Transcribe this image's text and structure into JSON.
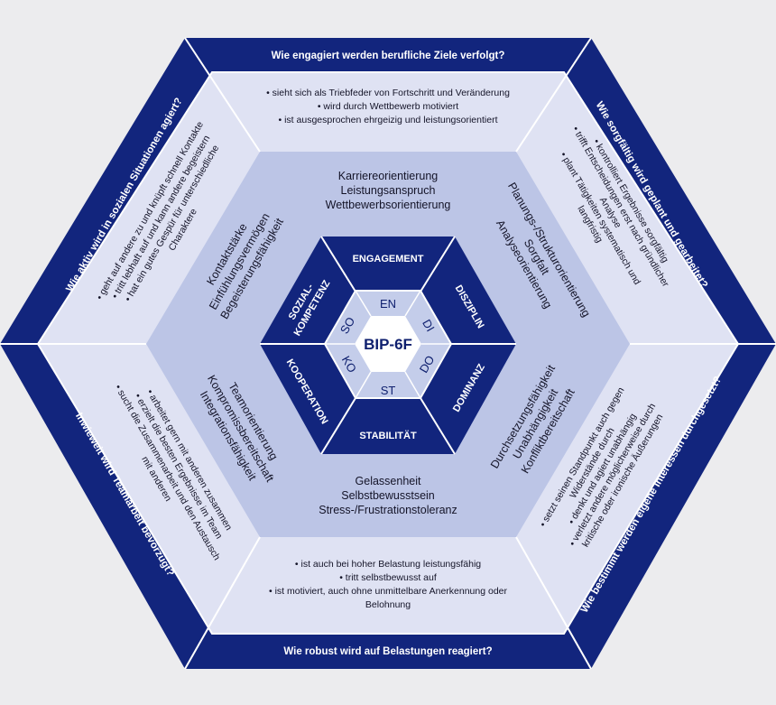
{
  "center_label": "BIP-6F",
  "colors": {
    "frame": "#12257d",
    "outer_band": "#dfe2f3",
    "middle_band": "#bcc5e6",
    "core": "#12257d",
    "inner_ring": "#c4cdea",
    "center": "#ffffff",
    "divider": "#ffffff"
  },
  "segments": {
    "top": {
      "question": "Wie engagiert werden berufliche Ziele verfolgt?",
      "bullets": [
        "• sieht sich als Triebfeder von Fortschritt und Veränderung",
        "• wird durch Wettbewerb motiviert",
        "• ist ausgesprochen ehrgeizig und leistungsorientiert"
      ],
      "aspects": [
        "Karriereorientierung",
        "Leistungsanspruch",
        "Wettbewerbsorientierung"
      ],
      "dimension": "ENGAGEMENT",
      "abbr": "EN"
    },
    "upper_right": {
      "question": "Wie sorgfältig wird geplant und gearbeitet?",
      "bullets": [
        "• kontrolliert Ergebnisse sorgfältig",
        "• trifft Entscheidungen erst nach gründlicher",
        "Analyse",
        "• plant Tätigkeiten systematisch und",
        "langfristig"
      ],
      "aspects": [
        "Planungs-/Strukturorientierung",
        "Sorgfalt",
        "Analyseorientierung"
      ],
      "dimension": "DISZIPLIN",
      "abbr": "DI"
    },
    "lower_right": {
      "question": "Wie bestimmt werden eigene Interessen durchgesetzt?",
      "bullets": [
        "• setzt seinen Standpunkt auch gegen",
        "Widerstände durch",
        "• denkt und agiert unabhängig",
        "• verletzt andere möglicherweise durch",
        "kritische oder ironische Äußerungen"
      ],
      "aspects": [
        "Durchsetzungsfähigkeit",
        "Unabhängigkeit",
        "Konfliktbereitschaft"
      ],
      "dimension": "DOMINANZ",
      "abbr": "DO"
    },
    "bottom": {
      "question": "Wie robust wird auf Belastungen reagiert?",
      "bullets": [
        "• ist auch bei hoher Belastung leistungsfähig",
        "• tritt selbstbewusst auf",
        "• ist motiviert, auch ohne unmittelbare Anerkennung oder",
        "Belohnung"
      ],
      "aspects": [
        "Gelassenheit",
        "Selbstbewusstsein",
        "Stress-/Frustrationstoleranz"
      ],
      "dimension": "STABILITÄT",
      "abbr": "ST"
    },
    "lower_left": {
      "question": "Inwieweit wird Teamarbeit bevorzugt?",
      "bullets": [
        "• arbeitet gern mit anderen zusammen",
        "• erzielt die besten Ergebnisse im Team",
        "• sucht die Zusammenarbeit und den Austausch",
        "mit anderen"
      ],
      "aspects": [
        "Teamorientierung",
        "Kompromissbereitschaft",
        "Integrationsfähigkeit"
      ],
      "dimension": "KOOPERATION",
      "abbr": "KO"
    },
    "upper_left": {
      "question": "Wie aktiv wird in sozialen Situationen agiert?",
      "bullets": [
        "• geht auf andere zu und knüpft schnell Kontakte",
        "• tritt lebhaft auf und kann andere begeistern",
        "• hat ein gutes Gespür für unterschiedliche",
        "Charaktere"
      ],
      "aspects": [
        "Kontaktstärke",
        "Einfühlungsvermögen",
        "Begeisterungsfähigkeit"
      ],
      "dimension_lines": [
        "SOZIAL-",
        "KOMPETENZ"
      ],
      "abbr": "SO"
    }
  }
}
